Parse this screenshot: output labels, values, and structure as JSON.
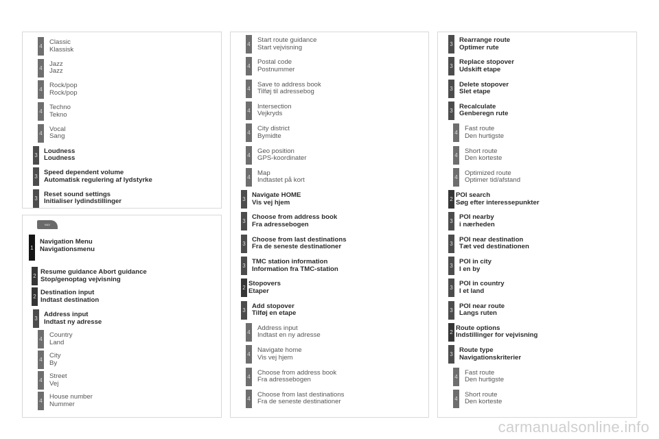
{
  "nav_button_label": "NAV",
  "watermark": "carmanualsonline.info",
  "panels": [
    {
      "items": [
        {
          "level": "4",
          "en": "Classic",
          "da": "Klassisk"
        },
        {
          "level": "4",
          "en": "Jazz",
          "da": "Jazz"
        },
        {
          "level": "4",
          "en": "Rock/pop",
          "da": "Rock/pop"
        },
        {
          "level": "4",
          "en": "Techno",
          "da": "Tekno"
        },
        {
          "level": "4",
          "en": "Vocal",
          "da": "Sang"
        },
        {
          "level": "3",
          "en": "Loudness",
          "da": "Loudness"
        },
        {
          "level": "3",
          "en": "Speed dependent volume",
          "da": "Automatisk regulering af lydstyrke"
        },
        {
          "level": "3",
          "en": "Reset sound settings",
          "da": "Initialiser lydindstillinger"
        }
      ]
    },
    {
      "items": [
        {
          "level": "1",
          "en": "Navigation Menu",
          "da": "Navigationsmenu"
        },
        {
          "level": "2",
          "en": "Resume guidance Abort guidance",
          "da": "Stop/genoptag vejvisning"
        },
        {
          "level": "2",
          "en": "Destination input",
          "da": "Indtast destination"
        },
        {
          "level": "3",
          "en": "Address input",
          "da": "Indtast ny adresse"
        },
        {
          "level": "4",
          "en": "Country",
          "da": "Land"
        },
        {
          "level": "4",
          "en": "City",
          "da": "By"
        },
        {
          "level": "4",
          "en": "Street",
          "da": "Vej"
        },
        {
          "level": "4",
          "en": "House number",
          "da": "Nummer"
        }
      ]
    },
    {
      "items": [
        {
          "level": "4",
          "en": "Start route guidance",
          "da": "Start vejvisning"
        },
        {
          "level": "4",
          "en": "Postal code",
          "da": "Postnummer"
        },
        {
          "level": "4",
          "en": "Save to address book",
          "da": "Tilføj til adressebog"
        },
        {
          "level": "4",
          "en": "Intersection",
          "da": "Vejkryds"
        },
        {
          "level": "4",
          "en": "City district",
          "da": "Bymidte"
        },
        {
          "level": "4",
          "en": "Geo position",
          "da": "GPS-koordinater"
        },
        {
          "level": "4",
          "en": "Map",
          "da": "Indtastet på kort"
        },
        {
          "level": "3",
          "en": "Navigate HOME",
          "da": "Vis vej hjem"
        },
        {
          "level": "3",
          "en": "Choose from address book",
          "da": "Fra adressebogen"
        },
        {
          "level": "3",
          "en": "Choose from last destinations",
          "da": "Fra de seneste destinationer"
        },
        {
          "level": "3",
          "en": "TMC station information",
          "da": "Information fra TMC-station"
        },
        {
          "level": "2",
          "en": "Stopovers",
          "da": "Etaper"
        },
        {
          "level": "3",
          "en": "Add stopover",
          "da": "Tilføj en etape"
        },
        {
          "level": "4",
          "en": "Address input",
          "da": "Indtast en ny adresse"
        },
        {
          "level": "4",
          "en": "Navigate home",
          "da": "Vis vej hjem"
        },
        {
          "level": "4",
          "en": "Choose from address book",
          "da": "Fra adressebogen"
        },
        {
          "level": "4",
          "en": "Choose from last destinations",
          "da": "Fra de seneste destinationer"
        }
      ]
    },
    {
      "items": [
        {
          "level": "3",
          "en": "Rearrange route",
          "da": "Optimer rute"
        },
        {
          "level": "3",
          "en": "Replace stopover",
          "da": "Udskift etape"
        },
        {
          "level": "3",
          "en": "Delete stopover",
          "da": "Slet etape"
        },
        {
          "level": "3",
          "en": "Recalculate",
          "da": "Genberegn rute"
        },
        {
          "level": "4",
          "en": "Fast route",
          "da": "Den hurtigste"
        },
        {
          "level": "4",
          "en": "Short route",
          "da": "Den korteste"
        },
        {
          "level": "4",
          "en": "Optimized route",
          "da": "Optimer tid/afstand"
        },
        {
          "level": "2",
          "en": "POI search",
          "da": "Søg efter interessepunkter"
        },
        {
          "level": "3",
          "en": "POI nearby",
          "da": "i nærheden"
        },
        {
          "level": "3",
          "en": "POI near destination",
          "da": "Tæt ved destinationen"
        },
        {
          "level": "3",
          "en": "POI in city",
          "da": "I en by"
        },
        {
          "level": "3",
          "en": "POI in country",
          "da": "I et land"
        },
        {
          "level": "3",
          "en": "POI near route",
          "da": "Langs ruten"
        },
        {
          "level": "2",
          "en": "Route options",
          "da": "Indstillinger for vejvisning"
        },
        {
          "level": "3",
          "en": "Route type",
          "da": "Navigationskriterier"
        },
        {
          "level": "4",
          "en": "Fast route",
          "da": "Den hurtigste"
        },
        {
          "level": "4",
          "en": "Short route",
          "da": "Den korteste"
        }
      ]
    }
  ]
}
